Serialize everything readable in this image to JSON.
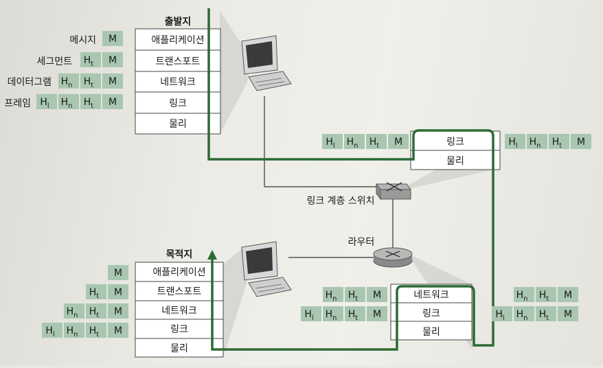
{
  "source": {
    "title": "출발지",
    "layers": [
      "애플리케이션",
      "트랜스포트",
      "네트워크",
      "링크",
      "물리"
    ],
    "row_labels": [
      "메시지",
      "세그먼트",
      "데이터그램",
      "프레임"
    ]
  },
  "destination": {
    "title": "목적지",
    "layers": [
      "애플리케이션",
      "트랜스포트",
      "네트워크",
      "링크",
      "물리"
    ]
  },
  "switch": {
    "label": "링크 계층 스위치",
    "layers": [
      "링크",
      "물리"
    ]
  },
  "router": {
    "label": "라우터",
    "layers": [
      "네트워크",
      "링크",
      "물리"
    ]
  },
  "headers": {
    "M": "M",
    "H": "H",
    "t": "t",
    "n": "n",
    "l": "l"
  },
  "colors": {
    "path": "#2d6a35",
    "cell": "#a9c7b0",
    "cell_white": "#ffffff"
  },
  "icons": [
    "computer-icon",
    "switch-icon",
    "router-icon",
    "arrow-up-icon"
  ]
}
